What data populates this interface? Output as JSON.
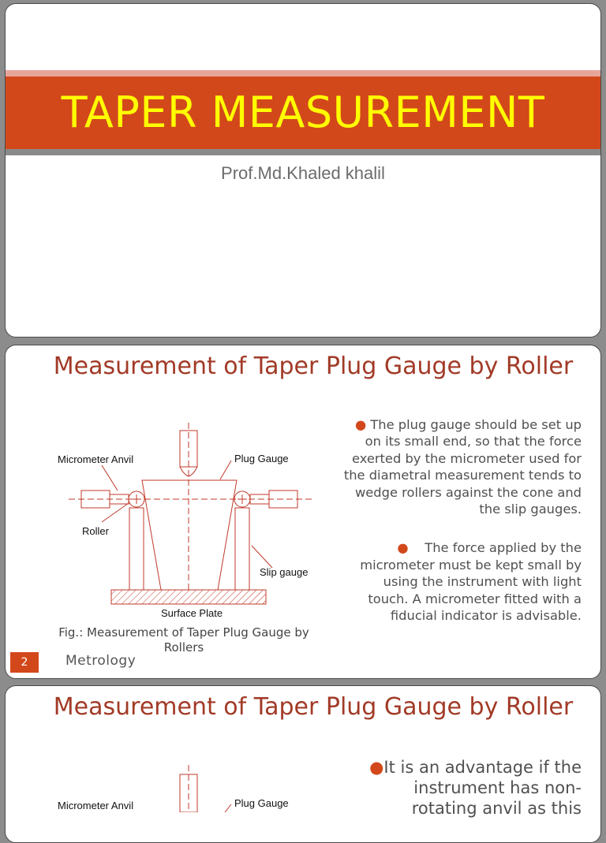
{
  "slide1": {
    "title": "TAPER MEASUREMENT",
    "subtitle": "Prof.Md.Khaled khalil"
  },
  "slide2": {
    "title": "Measurement of Taper Plug Gauge by Roller",
    "bullets": [
      "The plug gauge should be set up on its small end, so that the force exerted by the micrometer used for the diametral measurement tends to wedge rollers against the cone and the slip gauges.",
      "The force applied by the micrometer must be kept small by using the instrument with light touch. A micrometer fitted with a fiducial indicator is advisable."
    ],
    "diagram": {
      "micrometer_anvil": "Micrometer Anvil",
      "plug_gauge": "Plug Gauge",
      "roller": "Roller",
      "slip_gauge": "Slip gauge",
      "surface_plate": "Surface Plate"
    },
    "caption": "Fig.: Measurement of Taper Plug Gauge by Rollers",
    "slide_number": "2",
    "footer": "Metrology"
  },
  "slide3": {
    "title": "Measurement of Taper Plug Gauge by Roller",
    "bullet": "It is an advantage if the instrument has non-rotating anvil as this",
    "bullet_lines": [
      "It is an advantage if the",
      "instrument has non-",
      "rotating anvil as this"
    ],
    "diagram": {
      "micrometer_anvil": "Micrometer Anvil",
      "plug_gauge": "Plug Gauge"
    }
  },
  "colors": {
    "accent": "#d3481b",
    "title_text": "#ffff00",
    "heading": "#a23a27",
    "body_text": "#505050"
  }
}
